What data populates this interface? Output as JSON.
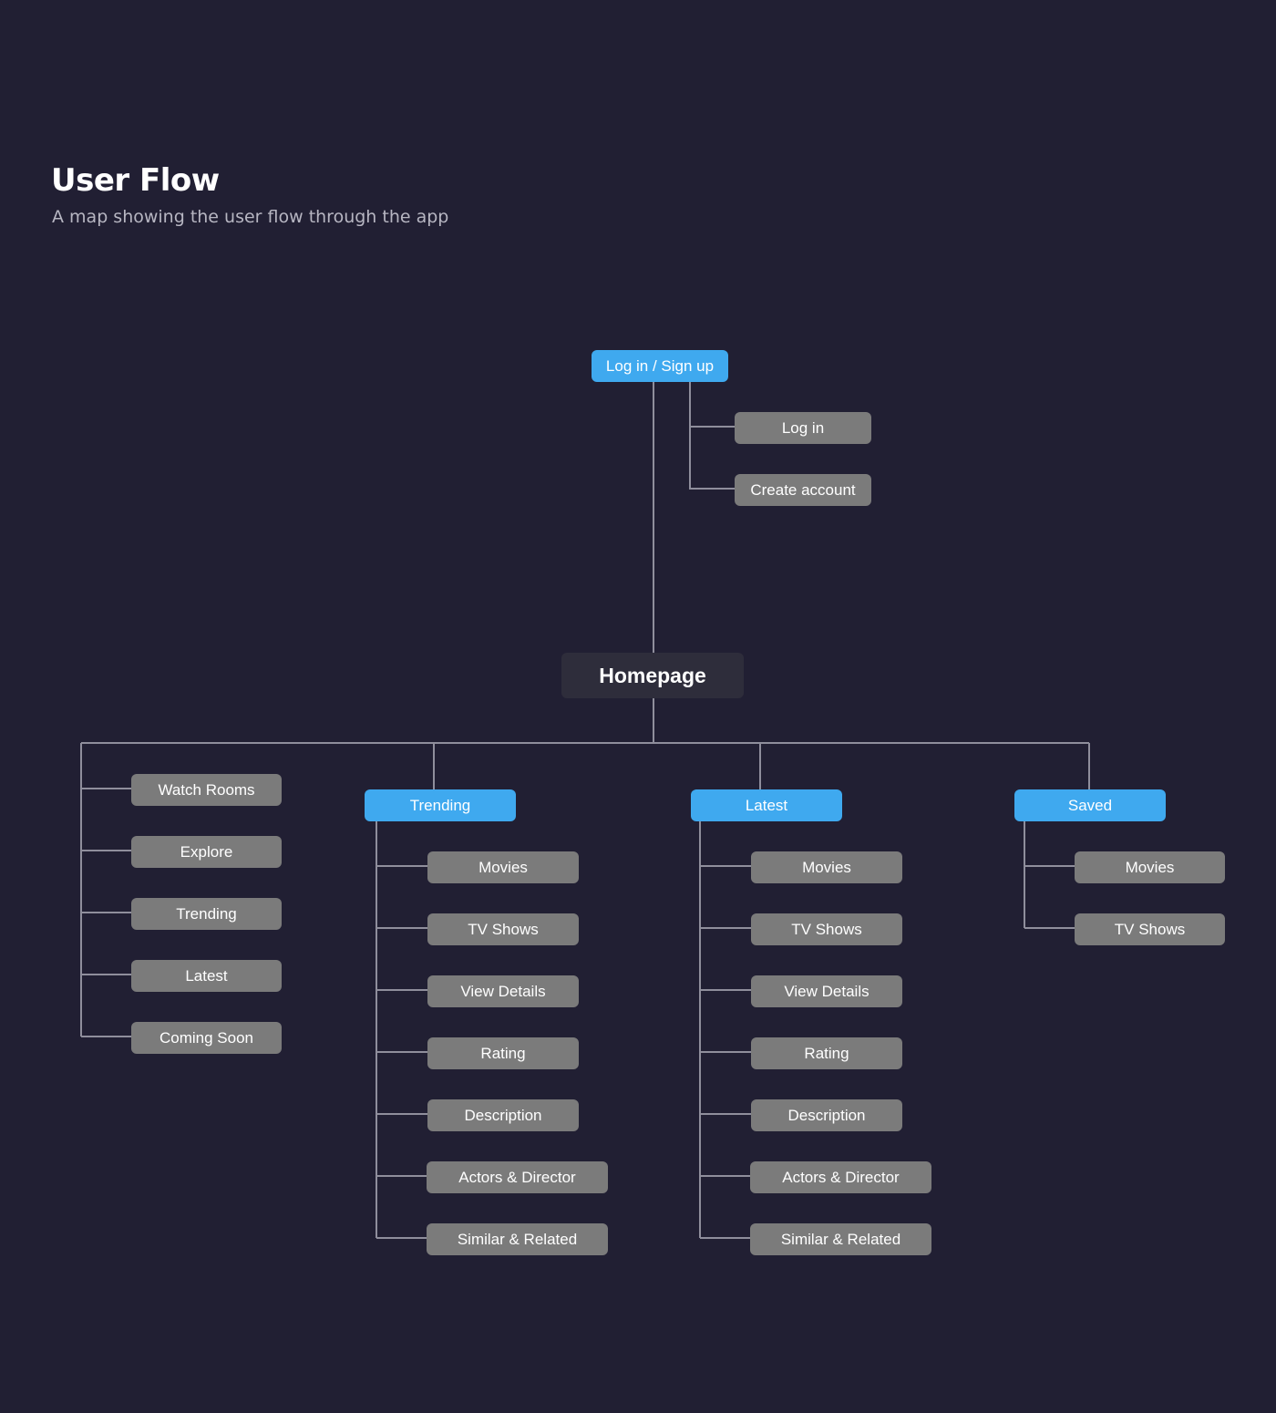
{
  "header": {
    "title": "User Flow",
    "subtitle": "A map showing the user flow through the app"
  },
  "nodes": {
    "auth": "Log in / Sign up",
    "auth_children": [
      "Log in",
      "Create account"
    ],
    "home": "Homepage",
    "home_menu": [
      "Watch Rooms",
      "Explore",
      "Trending",
      "Latest",
      "Coming Soon"
    ],
    "trending": {
      "label": "Trending",
      "children": [
        "Movies",
        "TV Shows",
        "View Details",
        "Rating",
        "Description",
        "Actors & Director",
        "Similar & Related"
      ]
    },
    "latest": {
      "label": "Latest",
      "children": [
        "Movies",
        "TV Shows",
        "View Details",
        "Rating",
        "Description",
        "Actors & Director",
        "Similar & Related"
      ]
    },
    "saved": {
      "label": "Saved",
      "children": [
        "Movies",
        "TV Shows"
      ]
    }
  },
  "colors": {
    "background": "#211f33",
    "primary_node": "#3fa9ef",
    "leaf_node": "#7b7b7b",
    "home_node": "#2e2d3b",
    "connector": "#8f8e9c"
  }
}
